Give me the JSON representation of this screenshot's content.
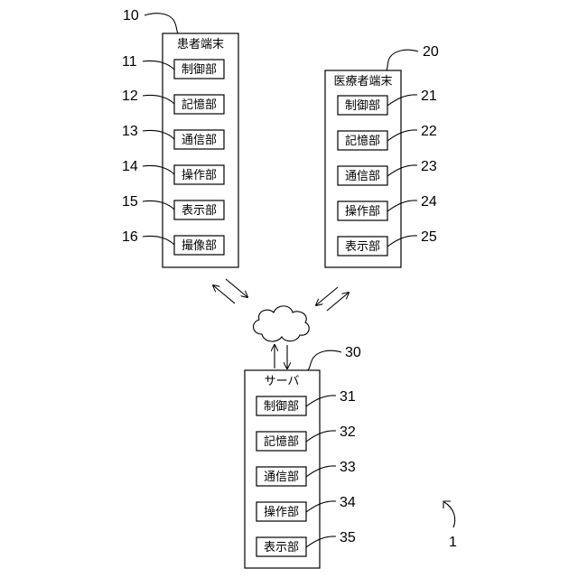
{
  "system_ref": "1",
  "network": {
    "icon": "cloud-icon"
  },
  "patient_terminal": {
    "ref": "10",
    "title": "患者端末",
    "modules": [
      {
        "ref": "11",
        "label": "制御部"
      },
      {
        "ref": "12",
        "label": "記憶部"
      },
      {
        "ref": "13",
        "label": "通信部"
      },
      {
        "ref": "14",
        "label": "操作部"
      },
      {
        "ref": "15",
        "label": "表示部"
      },
      {
        "ref": "16",
        "label": "撮像部"
      }
    ]
  },
  "medical_terminal": {
    "ref": "20",
    "title": "医療者端末",
    "modules": [
      {
        "ref": "21",
        "label": "制御部"
      },
      {
        "ref": "22",
        "label": "記憶部"
      },
      {
        "ref": "23",
        "label": "通信部"
      },
      {
        "ref": "24",
        "label": "操作部"
      },
      {
        "ref": "25",
        "label": "表示部"
      }
    ]
  },
  "server": {
    "ref": "30",
    "title": "サーバ",
    "modules": [
      {
        "ref": "31",
        "label": "制御部"
      },
      {
        "ref": "32",
        "label": "記憶部"
      },
      {
        "ref": "33",
        "label": "通信部"
      },
      {
        "ref": "34",
        "label": "操作部"
      },
      {
        "ref": "35",
        "label": "表示部"
      }
    ]
  }
}
